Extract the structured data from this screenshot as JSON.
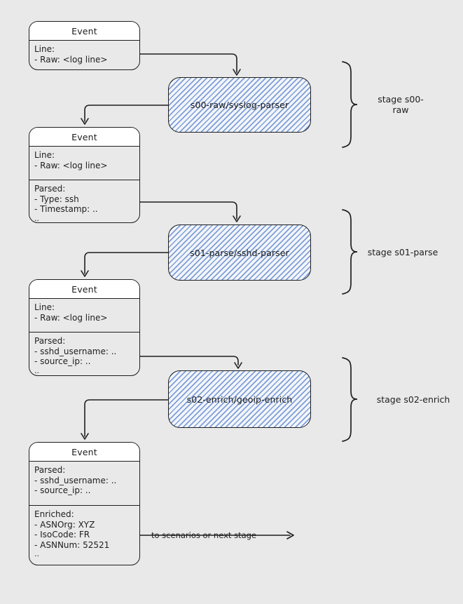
{
  "colors": {
    "background": "#e9e9e9",
    "stroke": "#1e1e1e",
    "hatch_line": "#7d9fd7",
    "hatch_gap": "#f3f5fa",
    "header_fill": "#ffffff"
  },
  "events": [
    {
      "title": "Event",
      "groups": [
        {
          "lines": [
            "Line:",
            " - Raw: <log line>"
          ]
        }
      ]
    },
    {
      "title": "Event",
      "groups": [
        {
          "lines": [
            "Line:",
            " - Raw: <log line>"
          ]
        },
        {
          "lines": [
            "Parsed:",
            " - Type: ssh",
            " - Timestamp: ..",
            ".."
          ]
        }
      ]
    },
    {
      "title": "Event",
      "groups": [
        {
          "lines": [
            "Line:",
            " - Raw: <log line>"
          ]
        },
        {
          "lines": [
            "Parsed:",
            " - sshd_username: ..",
            " - source_ip: ..",
            ".."
          ]
        }
      ]
    },
    {
      "title": "Event",
      "groups": [
        {
          "lines": [
            "Parsed:",
            " - sshd_username: ..",
            " - source_ip: .."
          ]
        },
        {
          "lines": [
            "Enriched:",
            " - ASNOrg: XYZ",
            " - IsoCode: FR",
            " - ASNNum: 52521",
            ".."
          ]
        }
      ]
    }
  ],
  "parsers": [
    {
      "label": "s00-raw/syslog-parser"
    },
    {
      "label": "s01-parse/sshd-parser"
    },
    {
      "label": "s02-enrich/geoip-enrich"
    }
  ],
  "stages": [
    {
      "label": "stage s00-\nraw"
    },
    {
      "label": "stage s01-parse"
    },
    {
      "label": "stage s02-enrich"
    }
  ],
  "flow": {
    "output_label": "to scenarios or next stage"
  }
}
